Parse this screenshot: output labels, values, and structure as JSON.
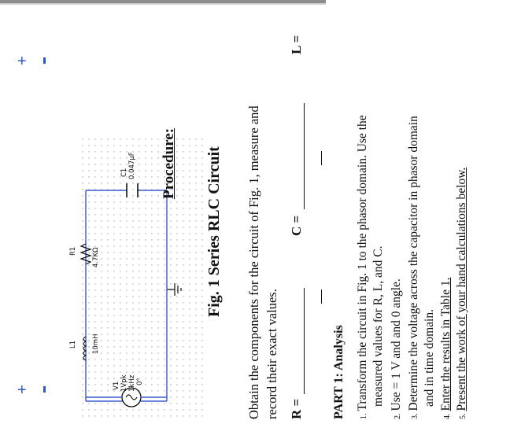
{
  "markers": [
    {
      "plus": "+",
      "minus": "-"
    },
    {
      "plus": "+",
      "minus": "-"
    }
  ],
  "doc": {
    "procedure": "Procedure:",
    "fig_title": "Fig. 1 Series RLC Circuit",
    "intro_line1": "Obtain the components for the circuit of Fig. 1, measure and",
    "intro_line2": "record their exact values.",
    "r_label": "R =",
    "c_label": "C =",
    "l_label": "L =",
    "part1_title": "PART 1: Analysis",
    "steps": [
      {
        "num": "1.",
        "line1": "Transform the circuit in Fig. 1 to the phasor domain. Use the",
        "line2": "measured values for R, L, and C."
      },
      {
        "num": "2.",
        "line1": "Use = 1 V and and 0 angle."
      },
      {
        "num": "3.",
        "line1": "Determine the voltage across the capacitor in phasor domain",
        "line2": "and in time domain."
      },
      {
        "num": "4.",
        "line1": "Enter the results in Table 1."
      },
      {
        "num": "5.",
        "line1": "Present the work of your hand calculations below."
      }
    ]
  },
  "schematic": {
    "source": {
      "name": "V1",
      "amplitude": "1Vpk",
      "frequency": "1kHz",
      "phase": "0°"
    },
    "inductor": {
      "name": "L1",
      "value": "10mH"
    },
    "resistor": {
      "name": "R1",
      "value": "4.7KΩ"
    },
    "capacitor": {
      "name": "C1",
      "value": "0.047µF"
    },
    "wire_color": "#3a5bd0"
  }
}
